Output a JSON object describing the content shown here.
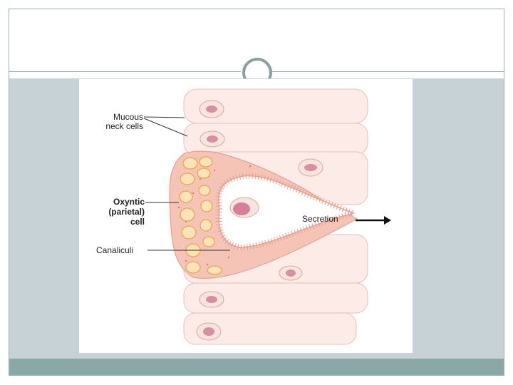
{
  "slide": {
    "title": "",
    "colors": {
      "frame": "#9fb0b0",
      "content_band": "#c6d2d6",
      "footer_band": "#8aa8a8",
      "cell_fill": "#fcebe6",
      "parietal_fill": "#f6c4b6",
      "nucleus": "#d98fa2"
    }
  },
  "diagram": {
    "labels": {
      "mucous_line1": "Mucous",
      "mucous_line2": "neck cells",
      "oxyntic_line1": "Oxyntic",
      "oxyntic_line2": "(parietal)",
      "oxyntic_line3": "cell",
      "canaliculi": "Canaliculi",
      "secretion": "Secretion"
    }
  }
}
